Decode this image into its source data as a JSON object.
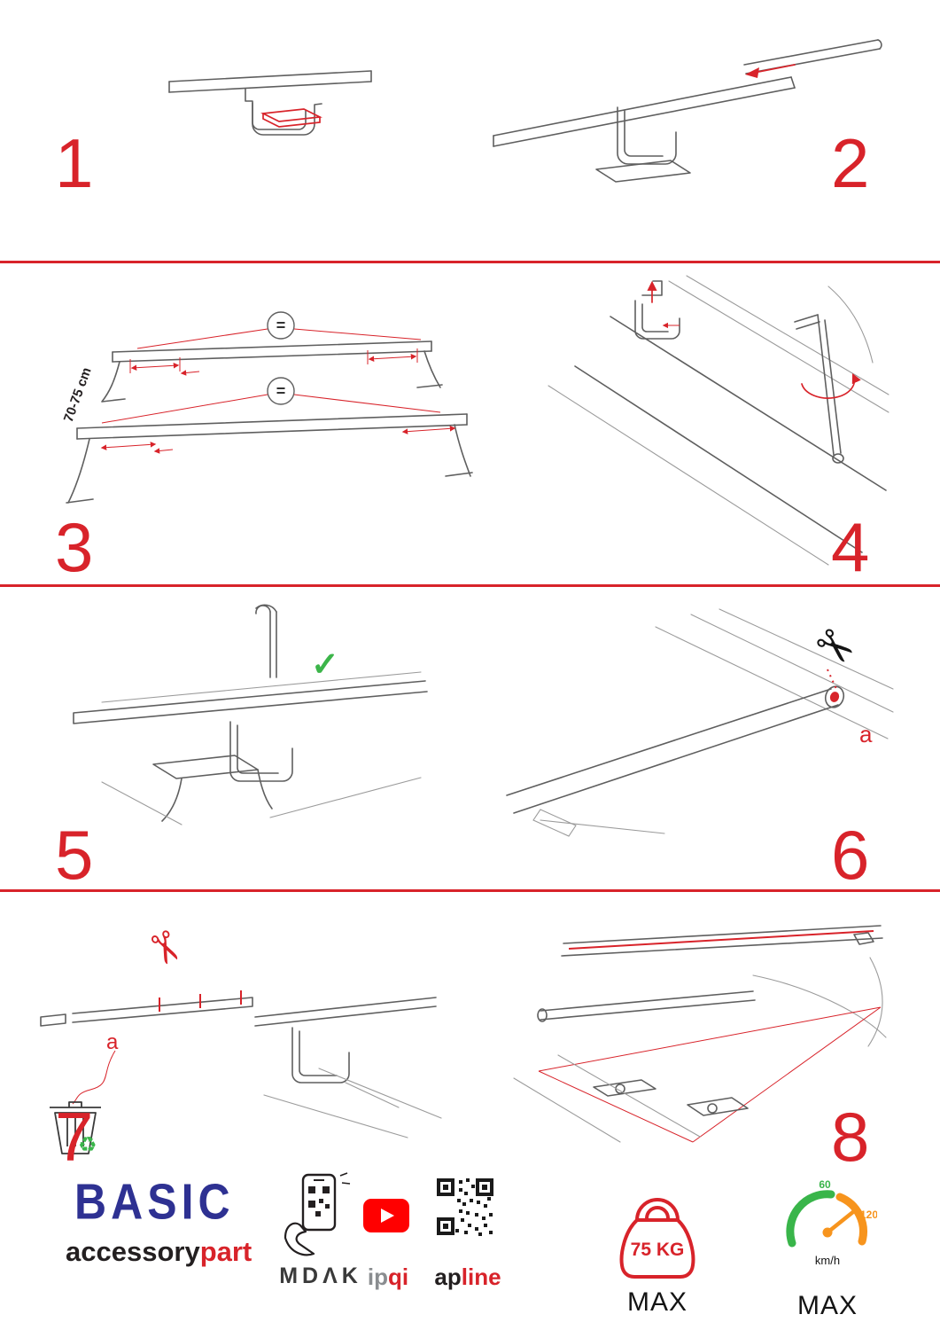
{
  "page": {
    "background": "#ffffff"
  },
  "colors": {
    "accent_red": "#d8232a",
    "brand_blue": "#2e3192",
    "green": "#39b54a",
    "orange": "#f7941d",
    "youtube_red": "#ff0000",
    "ink": "#231f20",
    "drawing_gray": "#5f5f5f"
  },
  "icons": {
    "check": "✓",
    "scissors": "✂",
    "recycle": "♻"
  },
  "steps": [
    {
      "number": "1"
    },
    {
      "number": "2"
    },
    {
      "number": "3",
      "dimension": "70-75 cm",
      "equal_top": "=",
      "equal_bottom": "="
    },
    {
      "number": "4"
    },
    {
      "number": "5"
    },
    {
      "number": "6",
      "part_label": "a"
    },
    {
      "number": "7",
      "part_label": "a"
    },
    {
      "number": "8"
    }
  ],
  "footer": {
    "brand": {
      "title": "BASIC",
      "word_black": "accessory",
      "word_red": "part"
    },
    "mdak_label": "MDΛK",
    "ipqi_gray": "ip",
    "ipqi_red": "qi",
    "apline_black": "ap",
    "apline_red": "line",
    "weight": {
      "value": "75 KG",
      "max": "MAX"
    },
    "speed": {
      "low": "60",
      "high": "120",
      "unit": "km/h",
      "max": "MAX"
    }
  }
}
